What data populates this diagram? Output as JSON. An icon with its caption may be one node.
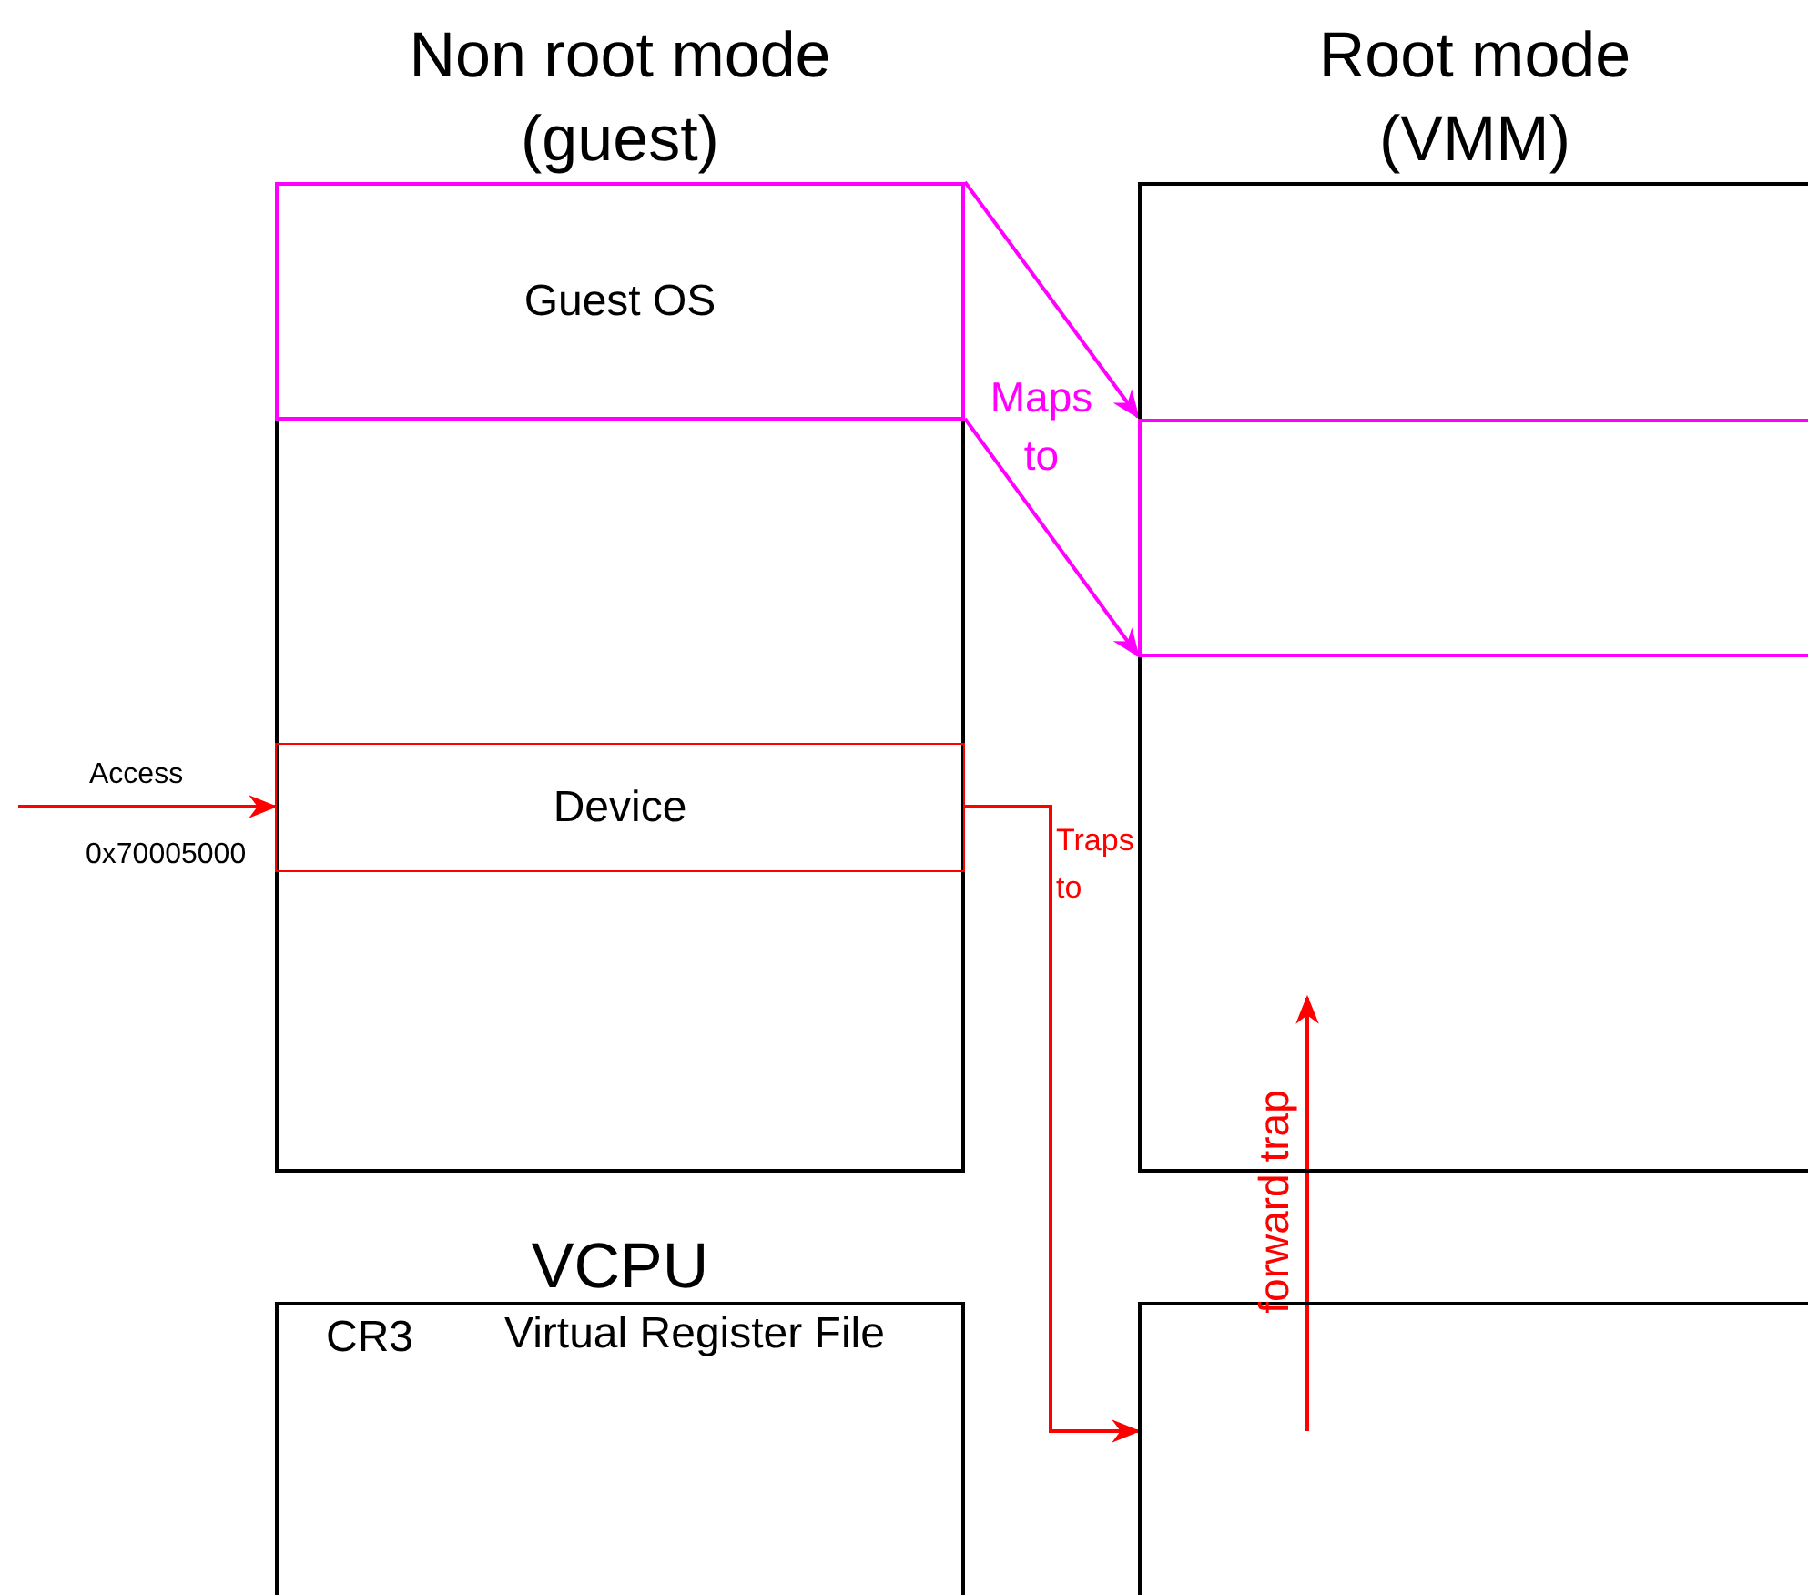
{
  "diagram": {
    "nodes": [
      {
        "text": [
          "Non root mode (guest)"
        ]
      },
      {
        "text": [
          "Guest OS"
        ],
        "in": 0
      },
      {
        "text": [
          "Device"
        ],
        "in": 0
      },
      {
        "text": [
          "Root mode (VMM)"
        ]
      },
      {
        "text": [],
        "shape": "box",
        "in": 3
      },
      {
        "text": [
          "VCPU",
          "CR3",
          "Virtual Register File"
        ]
      },
      {
        "text": [],
        "shape": "box"
      }
    ],
    "edges": [
      {
        "from": 1,
        "to": 4,
        "arrow": "to",
        "label": "Maps to",
        "color": "#ff00ff"
      },
      {
        "from": 1,
        "to": 4,
        "arrow": "to",
        "color": "#ff00ff"
      },
      {
        "from": null,
        "to": 2,
        "arrow": "to",
        "label": "Access",
        "color": "#ff0000"
      },
      {
        "from": 2,
        "to": 6,
        "arrow": "to",
        "label": "Traps to",
        "color": "#ff0000"
      },
      {
        "from": 6,
        "to": null,
        "arrow": "to",
        "label": "forward trap",
        "color": "#ff0000"
      }
    ],
    "labels": [
      "0x70005000"
    ]
  }
}
